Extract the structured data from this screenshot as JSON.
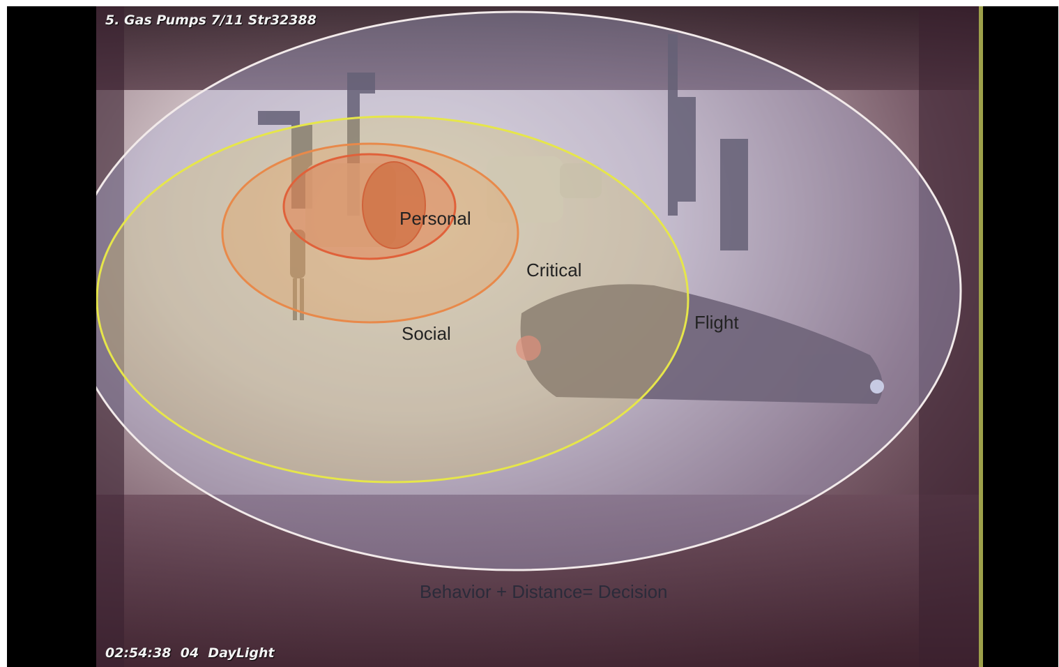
{
  "camera_overlay": {
    "title": "5. Gas Pumps 7/11 Str32388",
    "timestamp": "02:54:38  04  DayLight"
  },
  "zones": {
    "personal": "Personal",
    "critical": "Critical",
    "social": "Social",
    "flight": "Flight"
  },
  "caption": "Behavior + Distance= Decision",
  "colors": {
    "flight_ellipse_stroke": "#f2eaea",
    "social_ellipse_stroke": "#e6e64a",
    "critical_ellipse_stroke": "#e8894a",
    "personal_ellipse_stroke": "#e0613a",
    "inner_fill": "#c8501e"
  }
}
